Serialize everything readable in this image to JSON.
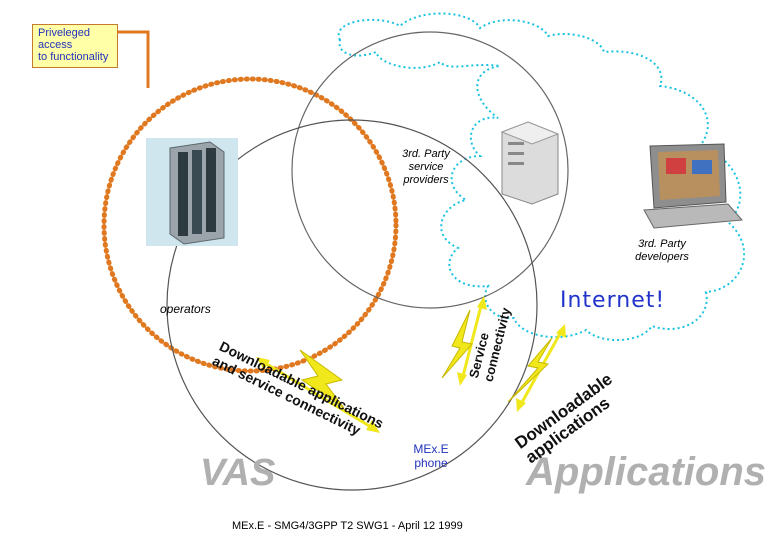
{
  "callout": {
    "lines": [
      "Priveleged",
      "access",
      "to functionality"
    ]
  },
  "labels": {
    "providers": [
      "3rd. Party",
      "service",
      "providers"
    ],
    "developers": [
      "3rd. Party",
      "developers"
    ],
    "operators": "operators",
    "internet": "Internet!",
    "vas": "VAS",
    "applications": "Applications",
    "phone": [
      "MEx.E",
      "phone"
    ],
    "footer": "MEx.E - SMG4/3GPP T2 SWG1 - April 12 1999"
  },
  "links": {
    "download_left": [
      "Downloadable applications",
      "and service connectivity"
    ],
    "service_center": [
      "Service",
      "connectivity"
    ],
    "download_right": [
      "Downloadable",
      "applications"
    ]
  },
  "icons": [
    "server-rack-icon",
    "tower-computer-icon",
    "laptop-icon",
    "lightning-bolt-icon"
  ],
  "colors": {
    "dotted_circle": "#e07820",
    "cloud": "#19c3e0",
    "bolt": "#f0e81a",
    "text_blue": "#2233bb",
    "title_grey": "#b0b0b0"
  }
}
